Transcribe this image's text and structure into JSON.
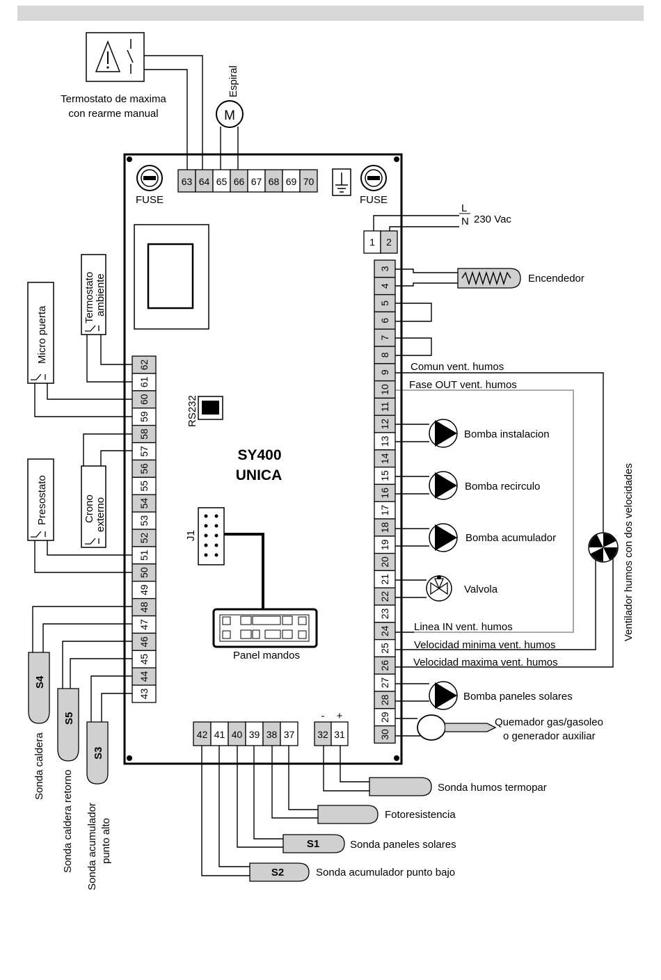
{
  "board": {
    "model": "SY400",
    "variant": "UNICA",
    "rs232": "RS232",
    "j1": "J1",
    "fuse": "FUSE",
    "panel": "Panel mandos"
  },
  "top": {
    "thermostat": "Termostato de maxima",
    "thermostat2": "con rearme manual",
    "motor": "M",
    "espiral": "Espiral"
  },
  "power": {
    "l": "L",
    "n": "N",
    "v": "230 Vac",
    "minus": "-",
    "plus": "+"
  },
  "left_labels": {
    "termostato": "Termostato",
    "ambiente": "ambiente",
    "micro": "Micro puerta",
    "crono": "Crono",
    "externo": "externo",
    "presostato": "Presostato"
  },
  "probes_left": {
    "s4": "S4",
    "s5": "S5",
    "s3": "S3",
    "sonda_caldera": "Sonda caldera",
    "sonda_retorno": "Sonda caldera retorno",
    "sonda_acum_alto1": "Sonda acumulador",
    "sonda_acum_alto2": "punto alto"
  },
  "right_labels": {
    "encendedor": "Encendedor",
    "comun": "Comun vent. humos",
    "fase_out": "Fase OUT vent. humos",
    "bomba_inst": "Bomba instalacion",
    "bomba_recirc": "Bomba recirculo",
    "bomba_acum": "Bomba acumulador",
    "valvola": "Valvola",
    "linea_in": "Linea IN vent. humos",
    "vel_min": "Velocidad minima vent. humos",
    "vel_max": "Velocidad maxima vent. humos",
    "bomba_paneles": "Bomba paneles solares",
    "quemador1": "Quemador gas/gasoleo",
    "quemador2": "o generador auxiliar",
    "ventilador": "Ventilador humos con dos velocidades"
  },
  "bottom_labels": {
    "termopar": "Sonda humos termopar",
    "foto": "Fotoresistencia",
    "s1": "S1",
    "s1_label": "Sonda paneles solares",
    "s2": "S2",
    "s2_label": "Sonda acumulador punto bajo"
  },
  "terminals": {
    "top": [
      "63",
      "64",
      "65",
      "66",
      "67",
      "68",
      "69",
      "70"
    ],
    "power": [
      "1",
      "2"
    ],
    "right": [
      "3",
      "4",
      "5",
      "6",
      "7",
      "8",
      "9",
      "10",
      "11",
      "12",
      "13",
      "14",
      "15",
      "16",
      "17",
      "18",
      "19",
      "20",
      "21",
      "22",
      "23",
      "24",
      "25",
      "26",
      "27",
      "28",
      "29",
      "30"
    ],
    "left": [
      "62",
      "61",
      "60",
      "59",
      "58",
      "57",
      "56",
      "55",
      "54",
      "53",
      "52",
      "51",
      "50",
      "49",
      "48",
      "47",
      "46",
      "45",
      "44",
      "43"
    ],
    "bottom": [
      "42",
      "41",
      "40",
      "39",
      "38",
      "37"
    ],
    "bottom2": [
      "32",
      "31"
    ]
  }
}
